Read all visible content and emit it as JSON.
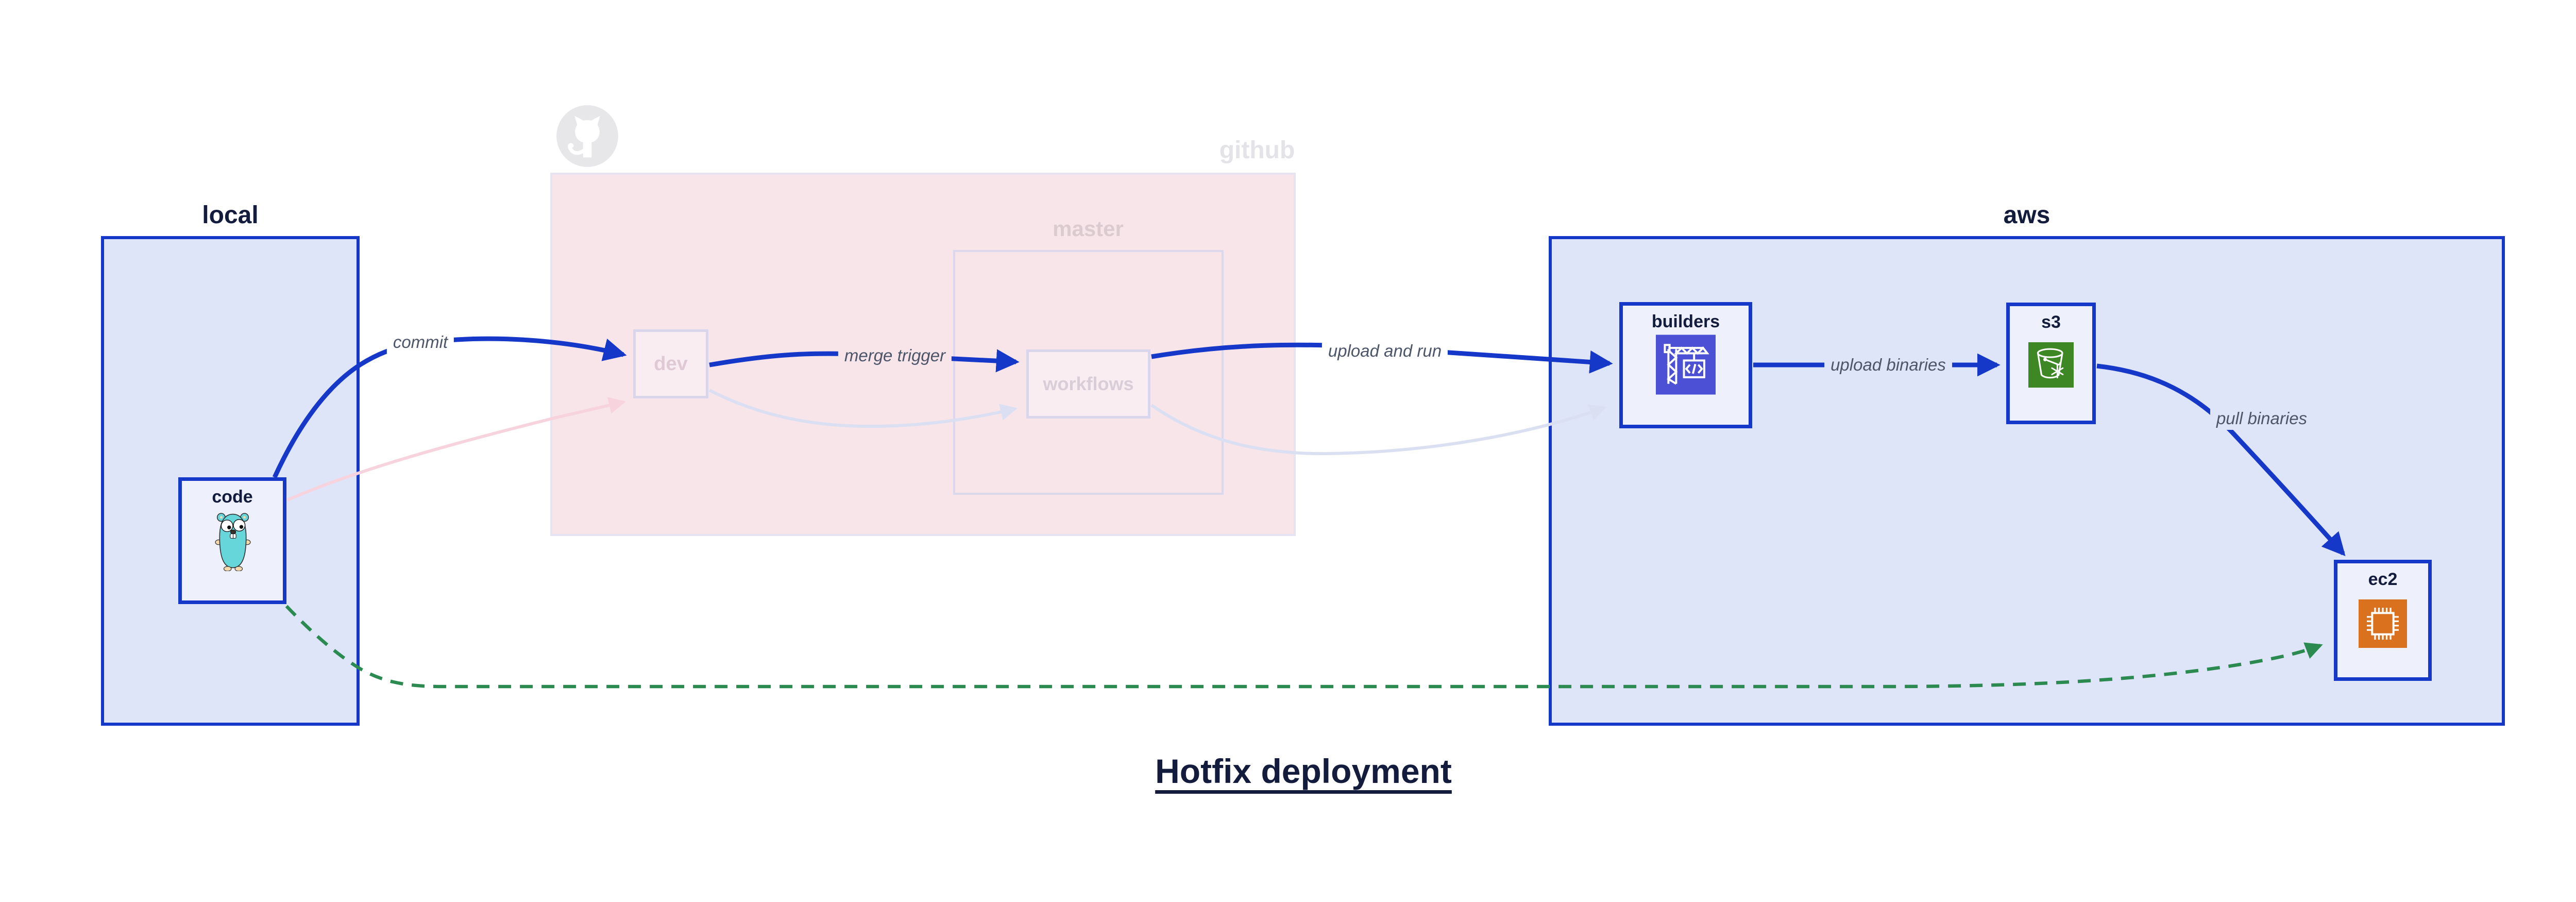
{
  "title": {
    "text": "Hotfix deployment"
  },
  "containers": {
    "local": {
      "label": "local"
    },
    "github": {
      "label": "github",
      "logo_icon": "github-octocat-logo",
      "master": {
        "label": "master"
      }
    },
    "aws": {
      "label": "aws"
    }
  },
  "nodes": {
    "code": {
      "label": "code",
      "icon": "go-gopher-icon",
      "container": "local"
    },
    "dev": {
      "label": "dev",
      "container": "github",
      "state": "faded"
    },
    "workflows": {
      "label": "workflows",
      "container": "github.master",
      "state": "faded"
    },
    "builders": {
      "label": "builders",
      "icon": "codebuild-crane-icon",
      "container": "aws"
    },
    "s3": {
      "label": "s3",
      "icon": "s3-glacier-bucket-icon",
      "container": "aws"
    },
    "ec2": {
      "label": "ec2",
      "icon": "ec2-chip-icon",
      "container": "aws"
    }
  },
  "edges": [
    {
      "from": "code",
      "to": "dev",
      "label": "commit",
      "style": "bold-blue"
    },
    {
      "from": "dev",
      "to": "workflows",
      "label": "merge trigger",
      "style": "bold-blue"
    },
    {
      "from": "workflows",
      "to": "builders",
      "label": "upload and run",
      "style": "bold-blue"
    },
    {
      "from": "builders",
      "to": "s3",
      "label": "upload binaries",
      "style": "bold-blue"
    },
    {
      "from": "s3",
      "to": "ec2",
      "label": "pull binaries",
      "style": "bold-blue"
    },
    {
      "from": "code",
      "to": "ec2",
      "label": "",
      "style": "green-dashed"
    },
    {
      "from": "code",
      "to": "dev",
      "label": "",
      "style": "faded-pink"
    },
    {
      "from": "dev",
      "to": "workflows",
      "label": "",
      "style": "faded-lavender"
    },
    {
      "from": "workflows",
      "to": "builders",
      "label": "",
      "style": "faded-lavender"
    }
  ],
  "colors": {
    "accent_blue": "#1638c8",
    "container_blue_fill": "#dee5f8",
    "node_fill": "#eef1fb",
    "github_pink_fill": "#f8e5ea",
    "faded_border": "#d9d5ea",
    "faded_edge_lavender": "#dbdff2",
    "faded_edge_pink": "#f6d3dd",
    "hotfix_green": "#2b8a4f",
    "edge_label_gray": "#4d5569",
    "text_navy": "#131c3c",
    "codebuild_indigo": "#4b50d4",
    "s3_green": "#3d8725",
    "ec2_orange": "#d9711f",
    "gopher_cyan": "#66d6da"
  }
}
